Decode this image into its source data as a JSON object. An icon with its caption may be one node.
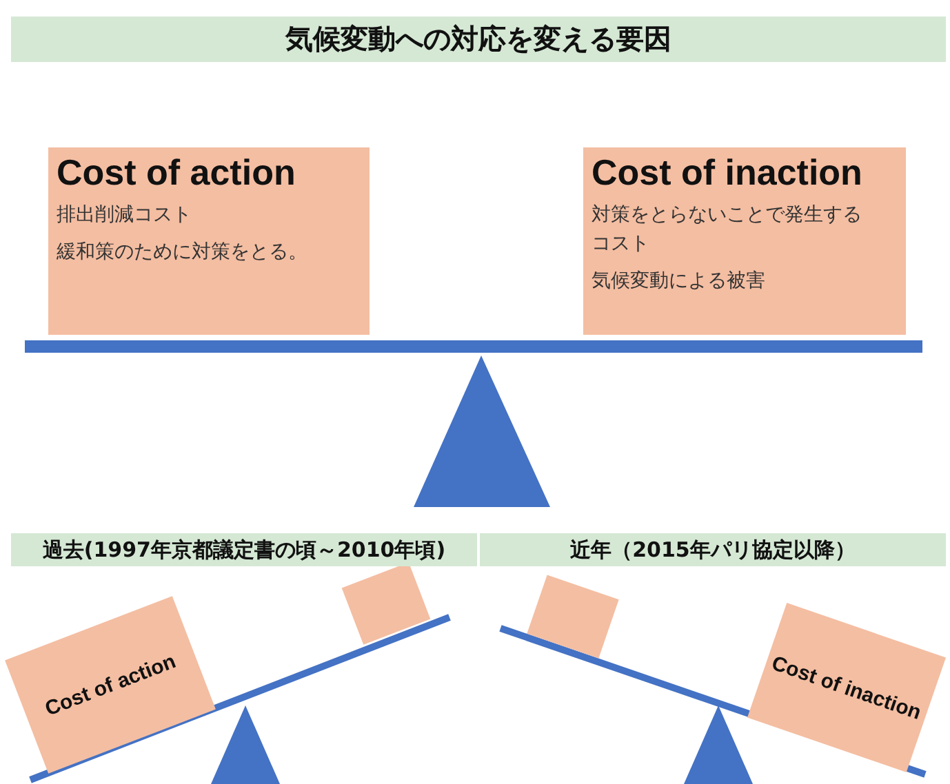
{
  "diagram": {
    "title": "気候変動への対応を変える要因",
    "nodes": [
      {
        "text": [
          "Cost of action",
          "排出削減コスト",
          "緩和策のために対策をとる。"
        ]
      },
      {
        "text": [
          "Cost of inaction",
          "対策をとらないことで発生するコスト",
          "気候変動による被害"
        ]
      },
      {
        "text": [
          "過去(1997年京都議定書の頃～2010年頃)"
        ]
      },
      {
        "text": [
          "近年（2015年パリ協定以降）"
        ]
      },
      {
        "text": [
          "Cost of action"
        ]
      },
      {
        "text": [],
        "shape": "box"
      },
      {
        "text": [],
        "shape": "box"
      },
      {
        "text": [
          "Cost of inaction"
        ]
      }
    ]
  }
}
